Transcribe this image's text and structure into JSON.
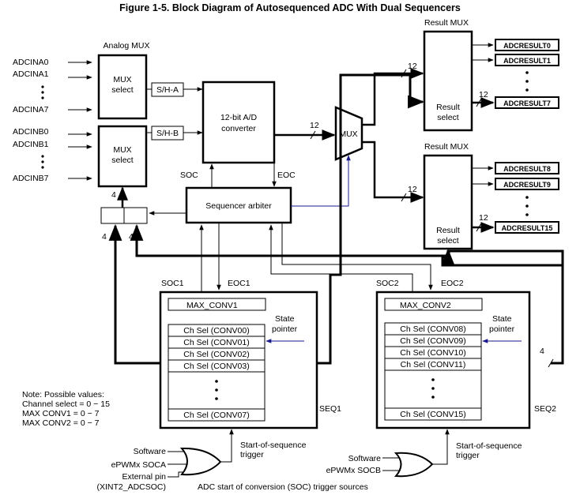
{
  "title": "Figure 1-5.  Block Diagram of Autosequenced ADC With Dual Sequencers",
  "analog_mux": {
    "label": "Analog MUX",
    "mux_a": [
      "MUX",
      "select"
    ],
    "mux_b": [
      "MUX",
      "select"
    ],
    "inputs_a": [
      "ADCINA0",
      "ADCINA1",
      "ADCINA7"
    ],
    "inputs_b": [
      "ADCINB0",
      "ADCINB1",
      "ADCINB7"
    ],
    "sh_a": "S/H-A",
    "sh_b": "S/H-B"
  },
  "converter": [
    "12-bit A/D",
    "converter"
  ],
  "arbiter": "Sequencer arbiter",
  "signals": {
    "soc": "SOC",
    "eoc": "EOC",
    "soc1": "SOC1",
    "eoc1": "EOC1",
    "soc2": "SOC2",
    "eoc2": "EOC2",
    "mux": "MUX",
    "bus_12": "12",
    "bus_4": "4"
  },
  "result_mux_top": {
    "label": "Result MUX",
    "inner": [
      "Result",
      "select"
    ],
    "outputs": [
      "ADCRESULT0",
      "ADCRESULT1",
      "ADCRESULT7"
    ]
  },
  "result_mux_bottom": {
    "label": "Result MUX",
    "inner": [
      "Result",
      "select"
    ],
    "outputs": [
      "ADCRESULT8",
      "ADCRESULT9",
      "ADCRESULT15"
    ]
  },
  "seq1": {
    "name": "SEQ1",
    "max": "MAX_CONV1",
    "state": [
      "State",
      "pointer"
    ],
    "rows": [
      "Ch Sel (CONV00)",
      "Ch Sel (CONV01)",
      "Ch Sel (CONV02)",
      "Ch Sel (CONV03)",
      "Ch Sel (CONV07)"
    ]
  },
  "seq2": {
    "name": "SEQ2",
    "max": "MAX_CONV2",
    "state": [
      "State",
      "pointer"
    ],
    "rows": [
      "Ch Sel (CONV08)",
      "Ch Sel (CONV09)",
      "Ch Sel (CONV10)",
      "Ch Sel (CONV11)",
      "Ch Sel (CONV15)"
    ]
  },
  "note": [
    "Note: Possible values:",
    "Channel select = 0 − 15",
    "MAX CONV1 = 0 − 7",
    "MAX CONV2 = 0 − 7"
  ],
  "trigger1": {
    "inputs": [
      "Software",
      "ePWMx SOCA",
      "External pin",
      "(XINT2_ADCSOC)"
    ],
    "label": [
      "Start-of-sequence",
      "trigger"
    ]
  },
  "trigger2": {
    "inputs": [
      "Software",
      "ePWMx SOCB"
    ],
    "label": [
      "Start-of-sequence",
      "trigger"
    ]
  },
  "footer": "ADC start of conversion (SOC) trigger sources"
}
